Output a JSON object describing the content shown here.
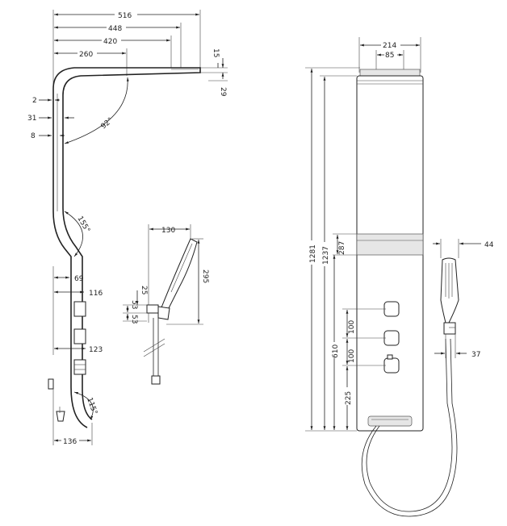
{
  "side_view": {
    "top_dims": [
      "516",
      "448",
      "420",
      "260"
    ],
    "right_dims": [
      "15",
      "29"
    ],
    "left_dims": [
      "2",
      "31",
      "8"
    ],
    "angle_top": "92°",
    "angle_mid": "155°",
    "valve_dims": [
      "69",
      "116",
      "123"
    ],
    "bottom_angle": "115°",
    "bottom_width": "136"
  },
  "hand_shower": {
    "width": "130",
    "height": "295",
    "bracket_dims": [
      "25",
      "53",
      "53"
    ]
  },
  "front_view": {
    "top_dims": [
      "214",
      "85"
    ],
    "heights": [
      "1281",
      "1237",
      "287"
    ],
    "spacing": [
      "100",
      "610",
      "100",
      "225"
    ]
  },
  "hand_shower_front": {
    "dims": [
      "44",
      "37"
    ]
  }
}
